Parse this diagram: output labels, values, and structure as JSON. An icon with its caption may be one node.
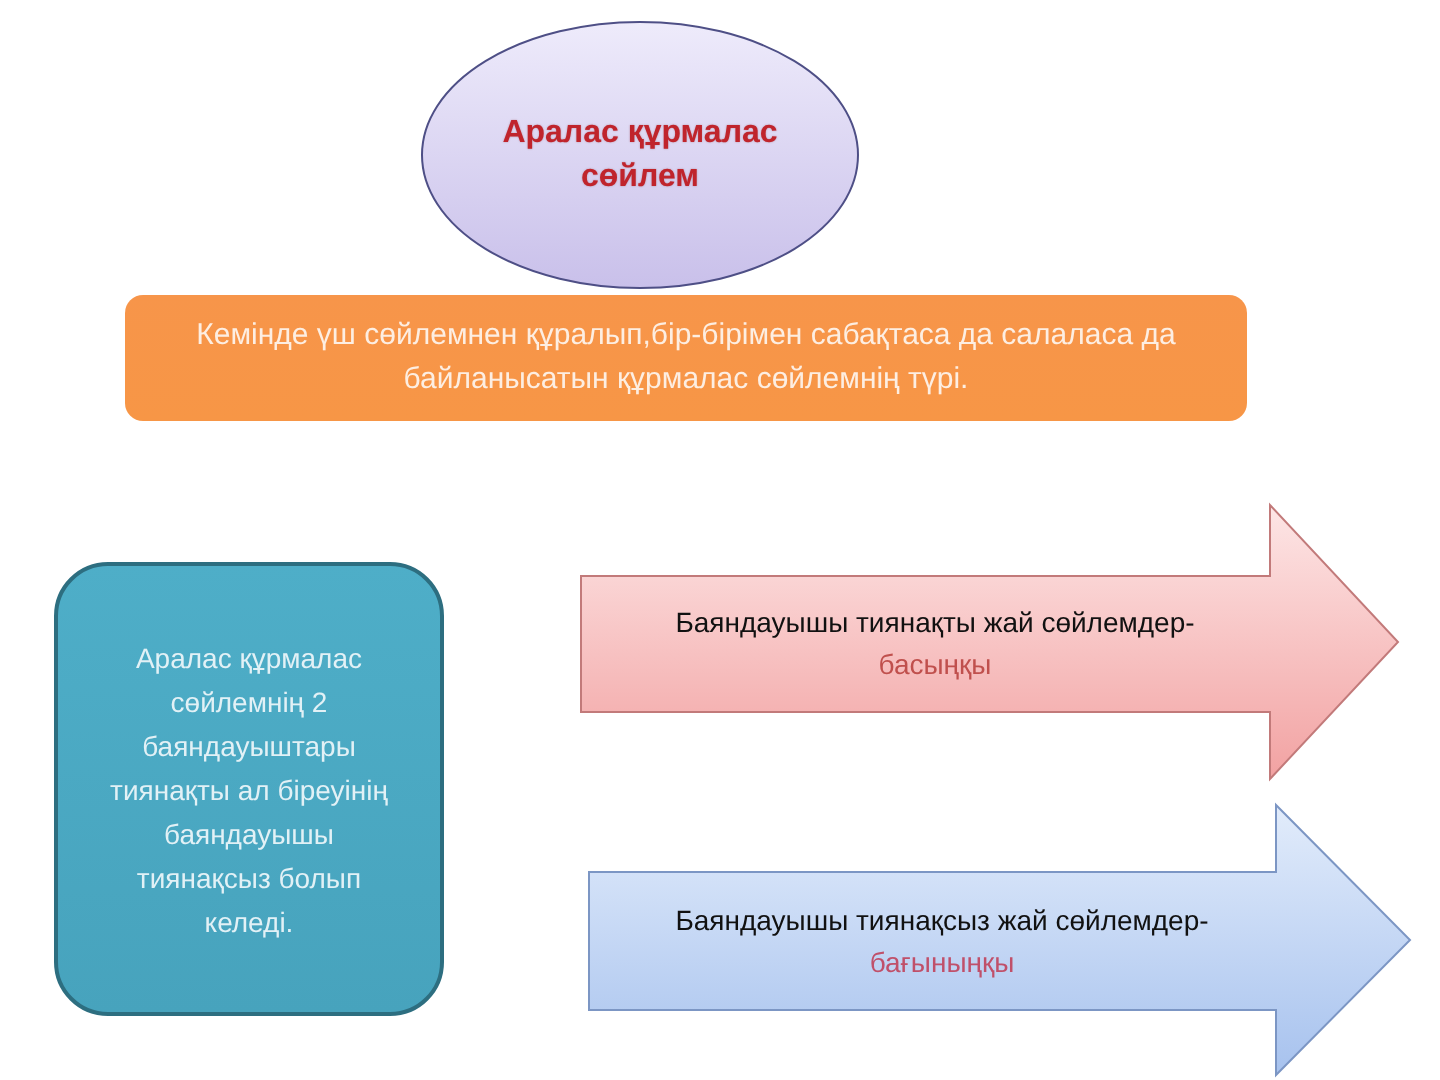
{
  "diagram": {
    "nodes": [
      {
        "text": [
          "Аралас құрмалас сөйлем"
        ]
      },
      {
        "text": [
          "Кемінде үш сөйлемнен құралып,бір-бірімен сабақтаса да салаласа да байланысатын құрмалас сөйлемнің түрі."
        ]
      },
      {
        "text": [
          "Аралас құрмалас сөйлемнің 2 баяндауыштары тиянақты ал біреуінің баяндауышы тиянақсыз болып келеді."
        ]
      },
      {
        "text": [
          "Баяндауышы тиянақты жай сөйлемдер-",
          "басыңқы"
        ]
      },
      {
        "text": [
          "Баяндауышы тиянақсыз жай сөйлемдер-",
          "бағыныңқы"
        ]
      }
    ]
  }
}
